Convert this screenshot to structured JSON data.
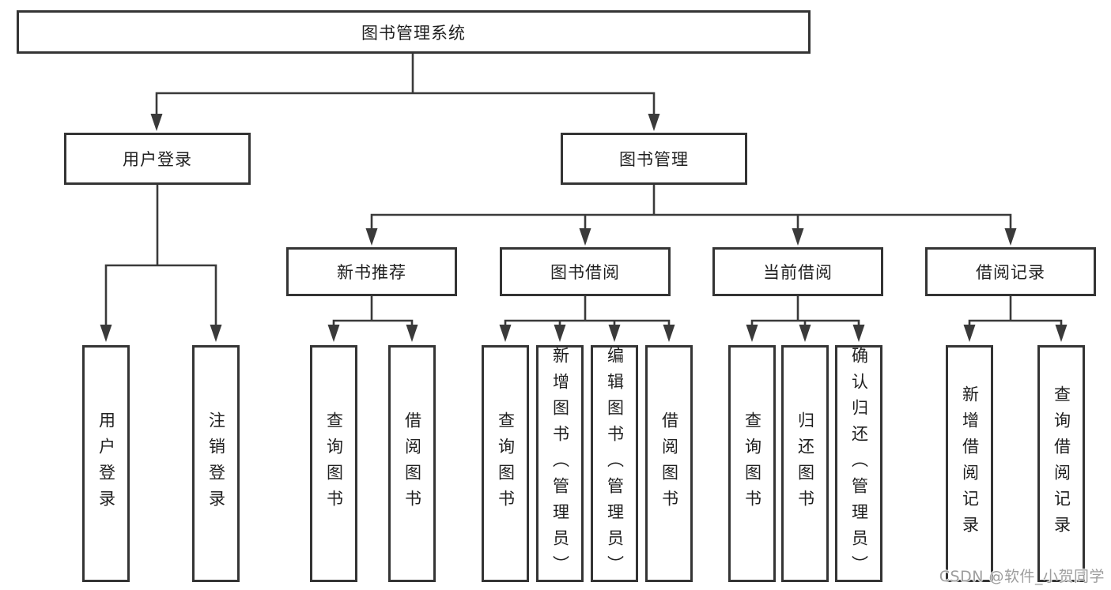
{
  "watermark": "CSDN @软件_小贺同学",
  "colors": {
    "line": "#3a3a3a",
    "box_border": "#343434",
    "text": "#1f1f1f",
    "watermark": "#9e9e9e",
    "background": "#ffffff"
  },
  "tree": {
    "label": "图书管理系统",
    "children": [
      {
        "label": "用户登录",
        "children": [
          {
            "label": "用户登录"
          },
          {
            "label": "注销登录"
          }
        ]
      },
      {
        "label": "图书管理",
        "children": [
          {
            "label": "新书推荐",
            "children": [
              {
                "label": "查询图书"
              },
              {
                "label": "借阅图书"
              }
            ]
          },
          {
            "label": "图书借阅",
            "children": [
              {
                "label": "查询图书"
              },
              {
                "label": "新增图书（管理员）"
              },
              {
                "label": "编辑图书（管理员）"
              },
              {
                "label": "借阅图书"
              }
            ]
          },
          {
            "label": "当前借阅",
            "children": [
              {
                "label": "查询图书"
              },
              {
                "label": "归还图书"
              },
              {
                "label": "确认归还（管理员）"
              }
            ]
          },
          {
            "label": "借阅记录",
            "children": [
              {
                "label": "新增借阅记录"
              },
              {
                "label": "查询借阅记录"
              }
            ]
          }
        ]
      }
    ]
  }
}
